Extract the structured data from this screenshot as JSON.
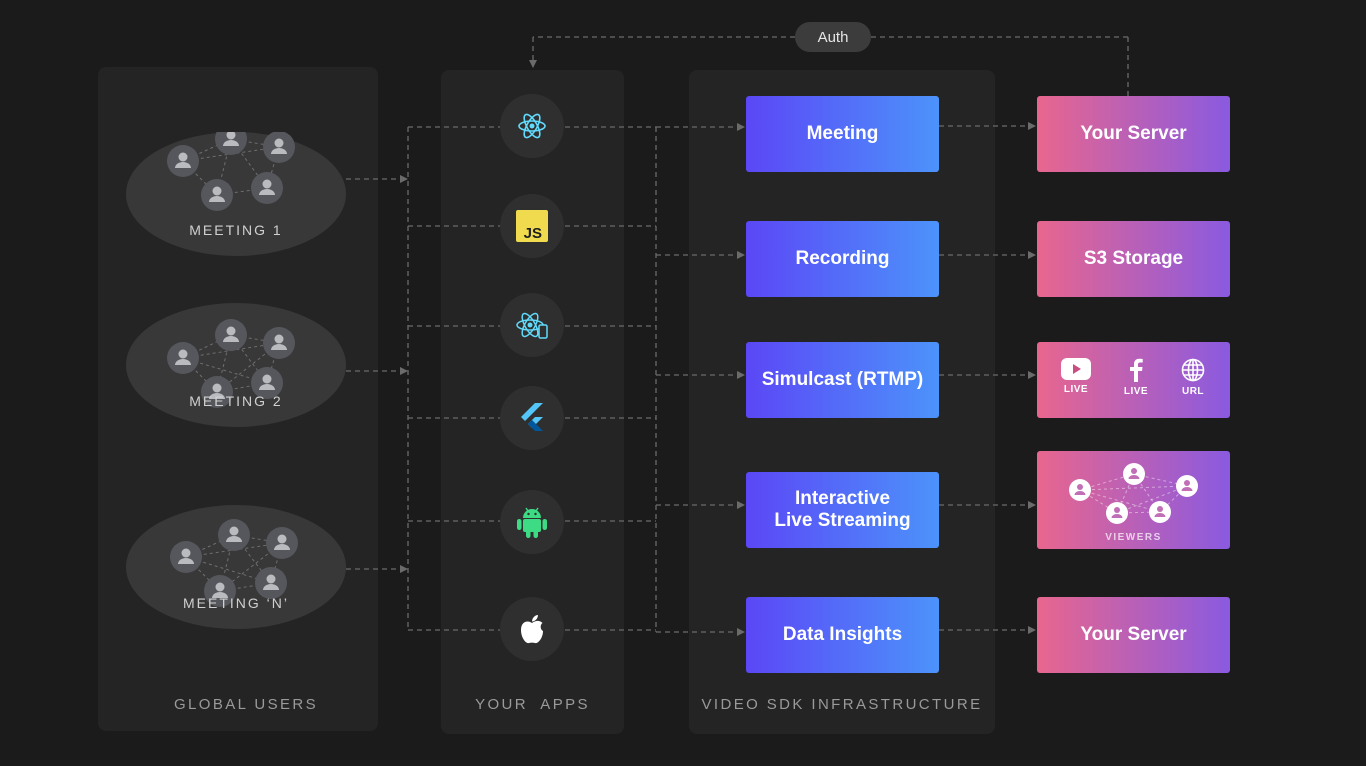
{
  "columns": {
    "global_users": "GLOBAL USERS",
    "your_apps": "YOUR  APPS",
    "sdk_infra": "VIDEO SDK INFRASTRUCTURE"
  },
  "meetings": [
    "MEETING 1",
    "MEETING 2",
    "MEETING ‘N’"
  ],
  "apps": [
    "react-icon",
    "javascript-icon",
    "react-native-icon",
    "flutter-icon",
    "android-icon",
    "apple-icon"
  ],
  "apps_js_label": "JS",
  "sdk": {
    "meeting": "Meeting",
    "recording": "Recording",
    "simulcast": "Simulcast (RTMP)",
    "ils": "Interactive\nLive Streaming",
    "insights": "Data Insights"
  },
  "destinations": {
    "server1": "Your Server",
    "s3": "S3 Storage",
    "server2": "Your Server",
    "viewers": "VIEWERS"
  },
  "simulcast_targets": {
    "youtube": "LIVE",
    "facebook": "LIVE",
    "url": "URL"
  },
  "auth": "Auth",
  "colors": {
    "background": "#1b1b1b",
    "panel": "#242424",
    "sdk_gradient_start": "#5b47f6",
    "sdk_gradient_end": "#4c93fb",
    "dest_gradient_start": "#e8668e",
    "dest_gradient_end": "#8a5ae0",
    "connector": "#6b6b6b"
  }
}
